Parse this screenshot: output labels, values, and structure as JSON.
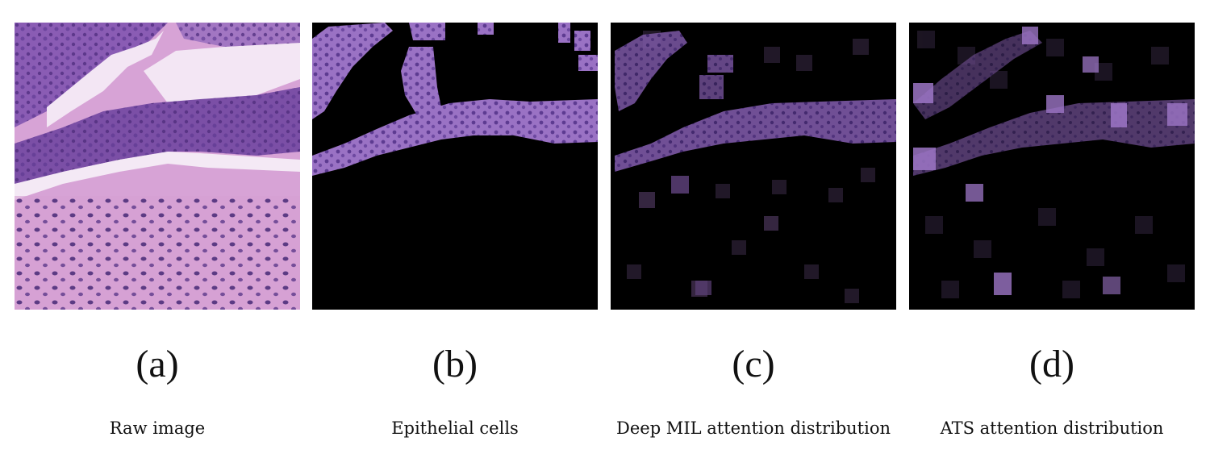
{
  "figure": {
    "panels": [
      {
        "id": "a",
        "letter": "(a)",
        "caption": "Raw image"
      },
      {
        "id": "b",
        "letter": "(b)",
        "caption": "Epithelial cells"
      },
      {
        "id": "c",
        "letter": "(c)",
        "caption": "Deep MIL attention distribution"
      },
      {
        "id": "d",
        "letter": "(d)",
        "caption": "ATS attention distribution"
      }
    ]
  },
  "colors": {
    "stain_pink": "#d9a9d6",
    "stain_purple": "#7b4fa6",
    "background_black": "#000000",
    "lumen_white": "#f4e9f5"
  }
}
